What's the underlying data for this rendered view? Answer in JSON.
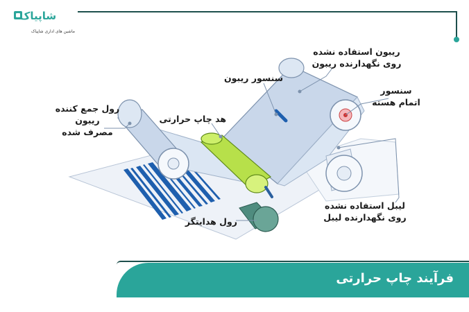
{
  "logo": {
    "name": "شاپیاک",
    "tagline": "ماشین های اداری شاپیاک"
  },
  "labels": {
    "ribbon_unused": "ریبون استفاده نشده\nروی نگهدارنده ریبون",
    "sensor_end": "سنسور\nاتمام هسته",
    "ribbon_sensor": "سنسور ریبون",
    "thermal_head": "هد چاپ حرارتی",
    "take_up_roll": "رول جمع کننده\nریبون\nمصرف شده",
    "label_unused": "لیبل استفاده نشده\nروی نگهدارنده لیبل",
    "guide_roll": "رول هدایتگر"
  },
  "banner": {
    "title": "فرآیند چاپ حرارتی"
  },
  "colors": {
    "accent": "#2aa59a",
    "frame": "#1d4f4c",
    "head": "#b7e04a",
    "ribbon": "#c9d7ea",
    "barcode": "#1e5fae"
  }
}
